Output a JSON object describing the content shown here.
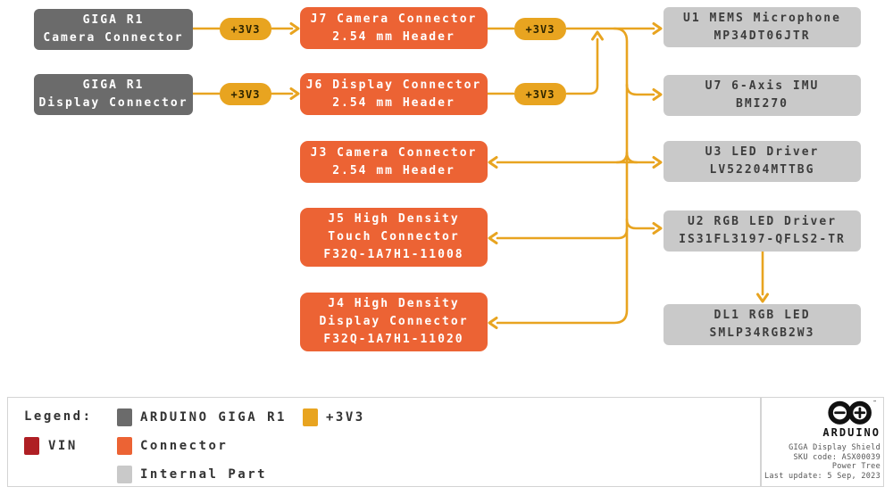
{
  "colors": {
    "arduino_giga": "#6B6B6B",
    "connector": "#EC6334",
    "internal_part": "#C9C9C9",
    "v3v3": "#E8A420",
    "vin": "#AF1F24",
    "wire": "#E8A420"
  },
  "boxes": {
    "giga_camera": {
      "line1": "GIGA R1",
      "line2": "Camera Connector"
    },
    "giga_display": {
      "line1": "GIGA R1",
      "line2": "Display Connector"
    },
    "j7": {
      "line1": "J7 Camera Connector",
      "line2": "2.54 mm Header"
    },
    "j6": {
      "line1": "J6 Display Connector",
      "line2": "2.54 mm Header"
    },
    "j3": {
      "line1": "J3 Camera Connector",
      "line2": "2.54 mm Header"
    },
    "j5": {
      "line1": "J5 High Density",
      "line2": "Touch Connector",
      "line3": "F32Q-1A7H1-11008"
    },
    "j4": {
      "line1": "J4 High Density",
      "line2": "Display Connector",
      "line3": "F32Q-1A7H1-11020"
    },
    "u1": {
      "line1": "U1 MEMS Microphone",
      "line2": "MP34DT06JTR"
    },
    "u7": {
      "line1": "U7 6-Axis IMU",
      "line2": "BMI270"
    },
    "u3": {
      "line1": "U3 LED Driver",
      "line2": "LV52204MTTBG"
    },
    "u2": {
      "line1": "U2 RGB LED Driver",
      "line2": "IS31FL3197-QFLS2-TR"
    },
    "dl1": {
      "line1": "DL1 RGB LED",
      "line2": "SMLP34RGB2W3"
    }
  },
  "badges": {
    "j7_in": "+3V3",
    "j6_in": "+3V3",
    "j7_out": "+3V3",
    "j6_out": "+3V3"
  },
  "legend": {
    "title": "Legend:",
    "items": [
      {
        "label": "ARDUINO GIGA R1",
        "color": "#6B6B6B"
      },
      {
        "label": "+3V3",
        "color": "#E8A420"
      },
      {
        "label": "VIN",
        "color": "#AF1F24"
      },
      {
        "label": "Connector",
        "color": "#EC6334"
      },
      {
        "label": "Internal Part",
        "color": "#C9C9C9"
      }
    ]
  },
  "footer": {
    "brand": "ARDUINO",
    "product": "GIGA Display Shield",
    "sku": "SKU code: ASX00039",
    "doc_type": "Power Tree",
    "last_update": "Last update: 5 Sep, 2023"
  }
}
